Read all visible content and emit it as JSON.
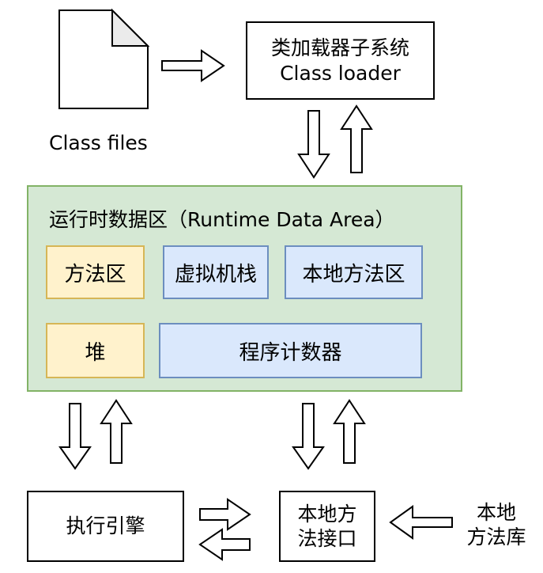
{
  "class_files": {
    "label": "Class files"
  },
  "class_loader": {
    "line1": "类加载器子系统",
    "line2": "Class loader"
  },
  "runtime_data_area": {
    "title": "运行时数据区（Runtime Data Area）",
    "method_area": "方法区",
    "vm_stack": "虚拟机栈",
    "native_method_area": "本地方法区",
    "heap": "堆",
    "program_counter": "程序计数器"
  },
  "execution_engine": {
    "label": "执行引擎"
  },
  "native_interface": {
    "line1": "本地方",
    "line2": "法接口"
  },
  "native_library": {
    "line1": "本地",
    "line2": "方法库"
  },
  "colors": {
    "region_fill": "#d5e8d4",
    "region_stroke": "#82b366",
    "yellow_fill": "#fff2cc",
    "yellow_stroke": "#d6b656",
    "blue_fill": "#dae8fc",
    "blue_stroke": "#6c8ebf"
  }
}
